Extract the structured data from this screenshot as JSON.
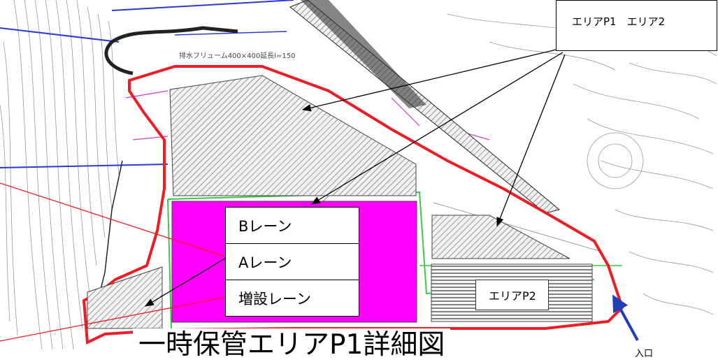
{
  "map": {
    "callout_area_label": "エリアP1　エリア2",
    "lanes": [
      "Bレーン",
      "Aレーン",
      "増設レーン"
    ],
    "area_p2_label": "エリアP2",
    "title": "一時保管エリアP1詳細図",
    "entrance_label": "入口",
    "drawing_note": "排水フリューム400×400延長l=150"
  },
  "colors": {
    "boundary": "#ee1c25",
    "lane_fill": "#ff00ff",
    "entrance_arrow": "#1f3fb8",
    "pipe_blue": "#2a3ad8",
    "fence_green": "#3cc84a",
    "contour": "#9a9a9a"
  }
}
